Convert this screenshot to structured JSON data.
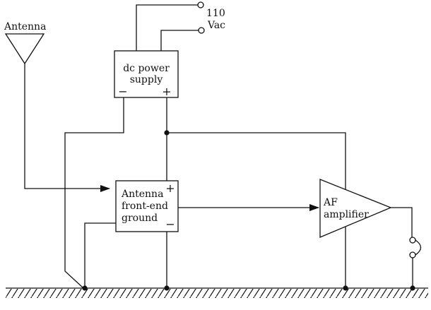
{
  "source": {
    "line1": "110",
    "line2": "Vac"
  },
  "antenna": {
    "label": "Antenna"
  },
  "power_supply": {
    "line1": "dc power",
    "line2": "supply",
    "minus": "−",
    "plus": "+"
  },
  "front_end": {
    "line1": "Antenna",
    "line2": "front-end",
    "line3": "ground",
    "plus": "+",
    "minus": "−"
  },
  "amplifier": {
    "line1": "AF",
    "line2": "amplifier"
  }
}
